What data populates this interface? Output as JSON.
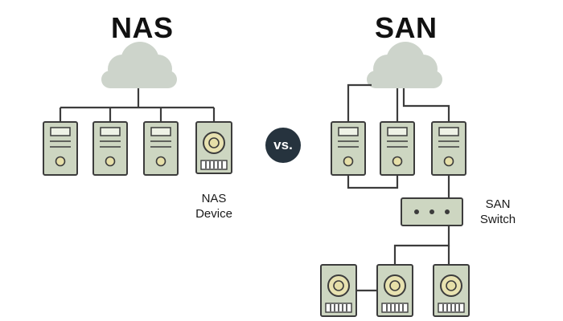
{
  "nas": {
    "title": "NAS",
    "device_label_line1": "NAS",
    "device_label_line2": "Device"
  },
  "separator": {
    "text": "vs."
  },
  "san": {
    "title": "SAN",
    "switch_label_line1": "SAN",
    "switch_label_line2": "Switch"
  },
  "colors": {
    "cloud": "#cdd4cb",
    "device_fill": "#cdd6c1",
    "outline": "#3c3c3c",
    "disk_knob": "#e6dfa8",
    "vs_badge": "#26333e"
  },
  "icons": [
    "cloud-icon",
    "server-icon",
    "storage-device-icon",
    "network-switch-icon"
  ]
}
